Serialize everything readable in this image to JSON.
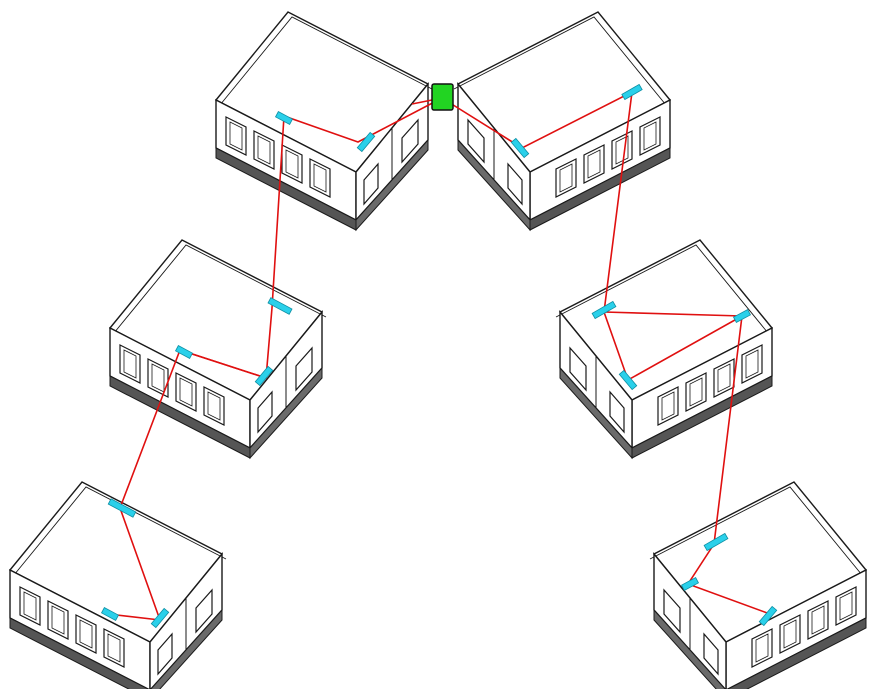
{
  "diagram": {
    "description_kind": "network-layout",
    "colors": {
      "background": "#ffffff",
      "outline": "#1a1a1a",
      "roof_fill": "#ffffff",
      "base_band": "#555555",
      "cable": "#e01010",
      "access_point": "#2ad0ea",
      "hub_fill": "#22d422",
      "hub_stroke": "#111111"
    },
    "icons": {
      "tent": "tent-icon",
      "access_point": "access-point-icon",
      "hub": "network-hub-icon",
      "cable": "cable-line"
    },
    "tents": [
      {
        "id": "tent-top-left"
      },
      {
        "id": "tent-top-right"
      },
      {
        "id": "tent-mid-left"
      },
      {
        "id": "tent-mid-right"
      },
      {
        "id": "tent-bottom-left"
      },
      {
        "id": "tent-bottom-right"
      }
    ]
  }
}
